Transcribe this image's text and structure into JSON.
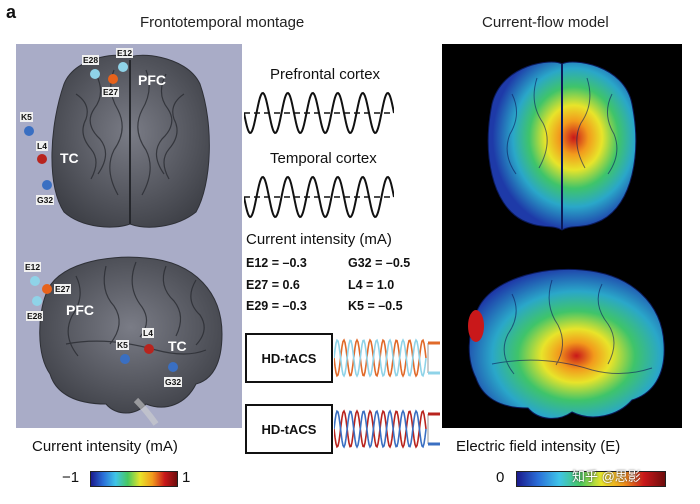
{
  "panel_letter": "a",
  "titles": {
    "montage": "Frontotemporal montage",
    "model": "Current-flow model"
  },
  "electrodes_top": [
    {
      "id": "E28",
      "color": "#8fd3e8"
    },
    {
      "id": "E12",
      "color": "#8fd3e8"
    },
    {
      "id": "E27",
      "color": "#e8621b"
    },
    {
      "id": "K5",
      "color": "#3a6fc2"
    },
    {
      "id": "L4",
      "color": "#b8241e"
    },
    {
      "id": "G32",
      "color": "#3a6fc2"
    }
  ],
  "electrodes_side": [
    {
      "id": "E12",
      "color": "#8fd3e8"
    },
    {
      "id": "E27",
      "color": "#e8621b"
    },
    {
      "id": "E28",
      "color": "#8fd3e8"
    },
    {
      "id": "K5",
      "color": "#3a6fc2"
    },
    {
      "id": "L4",
      "color": "#b8241e"
    },
    {
      "id": "G32",
      "color": "#3a6fc2"
    }
  ],
  "regions": {
    "pfc": "PFC",
    "tc": "TC"
  },
  "waves": {
    "prefrontal": "Prefrontal cortex",
    "temporal": "Temporal cortex"
  },
  "current": {
    "heading": "Current intensity (mA)",
    "values": [
      "E12 = –0.3",
      "G32 = –0.5",
      "E27 = 0.6",
      "L4 = 1.0",
      "E29 = –0.3",
      "K5 = –0.5"
    ]
  },
  "device_label": "HD-tACS",
  "colorbar_left": {
    "label": "Current intensity (mA)",
    "min": "−1",
    "max": "1"
  },
  "colorbar_right": {
    "label": "Electric field intensity (E)",
    "min": "0"
  },
  "watermark": "知乎 @思影",
  "colors": {
    "wave_orange": "#e06a2a",
    "wave_blue": "#3a6fc2",
    "wave_red": "#b8241e",
    "brain": "#5e6068"
  }
}
